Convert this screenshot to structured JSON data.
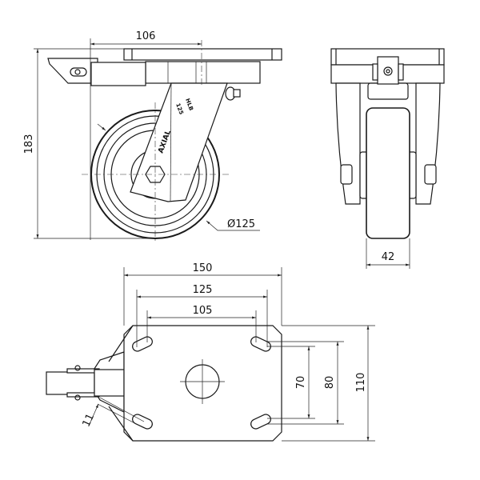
{
  "drawing": {
    "front_view": {
      "dim_width_offset": "106",
      "dim_height": "183",
      "dim_wheel_diameter": "Ø125",
      "fork_marking": [
        "HLB",
        "125"
      ],
      "brand_mark": "AXIAL"
    },
    "side_view": {
      "dim_wheel_width": "42"
    },
    "top_view": {
      "dim_plate_length": "150",
      "dim_hole_spacing_outer": "125",
      "dim_hole_spacing_inner": "105",
      "dim_hole_spacing_70": "70",
      "dim_hole_spacing_80": "80",
      "dim_plate_width": "110",
      "dim_slot": "11"
    }
  }
}
